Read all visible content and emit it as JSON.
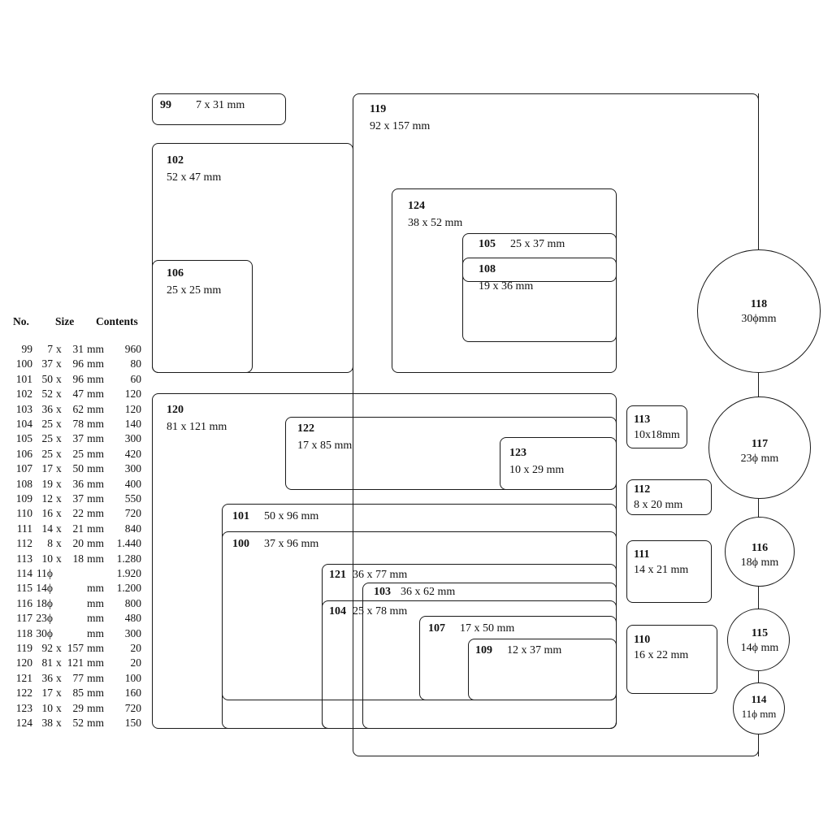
{
  "legend": {
    "headers": {
      "no": "No.",
      "size": "Size",
      "contents": "Contents"
    },
    "rows": [
      {
        "no": "99",
        "w": "7",
        "x": "x",
        "h": "31",
        "unit": "mm",
        "contents": "960"
      },
      {
        "no": "100",
        "w": "37",
        "x": "x",
        "h": "96",
        "unit": "mm",
        "contents": "80"
      },
      {
        "no": "101",
        "w": "50",
        "x": "x",
        "h": "96",
        "unit": "mm",
        "contents": "60"
      },
      {
        "no": "102",
        "w": "52",
        "x": "x",
        "h": "47",
        "unit": "mm",
        "contents": "120"
      },
      {
        "no": "103",
        "w": "36",
        "x": "x",
        "h": "62",
        "unit": "mm",
        "contents": "120"
      },
      {
        "no": "104",
        "w": "25",
        "x": "x",
        "h": "78",
        "unit": "mm",
        "contents": "140"
      },
      {
        "no": "105",
        "w": "25",
        "x": "x",
        "h": "37",
        "unit": "mm",
        "contents": "300"
      },
      {
        "no": "106",
        "w": "25",
        "x": "x",
        "h": "25",
        "unit": "mm",
        "contents": "420"
      },
      {
        "no": "107",
        "w": "17",
        "x": "x",
        "h": "50",
        "unit": "mm",
        "contents": "300"
      },
      {
        "no": "108",
        "w": "19",
        "x": "x",
        "h": "36",
        "unit": "mm",
        "contents": "400"
      },
      {
        "no": "109",
        "w": "12",
        "x": "x",
        "h": "37",
        "unit": "mm",
        "contents": "550"
      },
      {
        "no": "110",
        "w": "16",
        "x": "x",
        "h": "22",
        "unit": "mm",
        "contents": "720"
      },
      {
        "no": "111",
        "w": "14",
        "x": "x",
        "h": "21",
        "unit": "mm",
        "contents": "840"
      },
      {
        "no": "112",
        "w": "8",
        "x": "x",
        "h": "20",
        "unit": "mm",
        "contents": "1.440"
      },
      {
        "no": "113",
        "w": "10",
        "x": "x",
        "h": "18",
        "unit": "mm",
        "contents": "1.280"
      },
      {
        "no": "114",
        "w": "11ϕ",
        "x": "",
        "h": "",
        "unit": "",
        "contents": "1.920"
      },
      {
        "no": "115",
        "w": "14ϕ",
        "x": "",
        "h": "",
        "unit": "mm",
        "contents": "1.200"
      },
      {
        "no": "116",
        "w": "18ϕ",
        "x": "",
        "h": "",
        "unit": "mm",
        "contents": "800"
      },
      {
        "no": "117",
        "w": "23ϕ",
        "x": "",
        "h": "",
        "unit": "mm",
        "contents": "480"
      },
      {
        "no": "118",
        "w": "30ϕ",
        "x": "",
        "h": "",
        "unit": "mm",
        "contents": "300"
      },
      {
        "no": "119",
        "w": "92",
        "x": "x",
        "h": "157",
        "unit": "mm",
        "contents": "20"
      },
      {
        "no": "120",
        "w": "81",
        "x": "x",
        "h": "121",
        "unit": "mm",
        "contents": "20"
      },
      {
        "no": "121",
        "w": "36",
        "x": "x",
        "h": "77",
        "unit": "mm",
        "contents": "100"
      },
      {
        "no": "122",
        "w": "17",
        "x": "x",
        "h": "85",
        "unit": "mm",
        "contents": "160"
      },
      {
        "no": "123",
        "w": "10",
        "x": "x",
        "h": "29",
        "unit": "mm",
        "contents": "720"
      },
      {
        "no": "124",
        "w": "38",
        "x": "x",
        "h": "52",
        "unit": "mm",
        "contents": "150"
      }
    ]
  },
  "boxes": {
    "b99": {
      "num": "99",
      "dims": "7 x 31 mm"
    },
    "b119": {
      "num": "119",
      "dims": "92 x 157 mm"
    },
    "b102": {
      "num": "102",
      "dims": "52 x 47 mm"
    },
    "b106": {
      "num": "106",
      "dims": "25 x 25 mm"
    },
    "b124": {
      "num": "124",
      "dims": "38 x 52 mm"
    },
    "b105": {
      "num": "105",
      "dims": "25 x 37 mm"
    },
    "b108": {
      "num": "108",
      "dims": "19 x 36 mm"
    },
    "b120": {
      "num": "120",
      "dims": "81 x 121 mm"
    },
    "b122": {
      "num": "122",
      "dims": "17 x 85 mm"
    },
    "b123": {
      "num": "123",
      "dims": "10 x 29 mm"
    },
    "b101": {
      "num": "101",
      "dims": "50 x 96 mm"
    },
    "b100": {
      "num": "100",
      "dims": "37 x 96 mm"
    },
    "b121": {
      "num": "121",
      "dims": "36 x 77 mm"
    },
    "b103": {
      "num": "103",
      "dims": "36 x 62 mm"
    },
    "b104": {
      "num": "104",
      "dims": "25 x 78 mm"
    },
    "b107": {
      "num": "107",
      "dims": "17 x 50 mm"
    },
    "b109": {
      "num": "109",
      "dims": "12 x 37 mm"
    },
    "b113": {
      "num": "113",
      "dims": "10x18mm"
    },
    "b112": {
      "num": "112",
      "dims": "8 x 20 mm"
    },
    "b111": {
      "num": "111",
      "dims": "14 x 21 mm"
    },
    "b110": {
      "num": "110",
      "dims": "16 x 22 mm"
    }
  },
  "circles": {
    "c118": {
      "num": "118",
      "dims": "30ϕmm"
    },
    "c117": {
      "num": "117",
      "dims": "23ϕ mm"
    },
    "c116": {
      "num": "116",
      "dims": "18ϕ mm"
    },
    "c115": {
      "num": "115",
      "dims": "14ϕ mm"
    },
    "c114": {
      "num": "114",
      "dims": "11ϕ mm"
    }
  }
}
